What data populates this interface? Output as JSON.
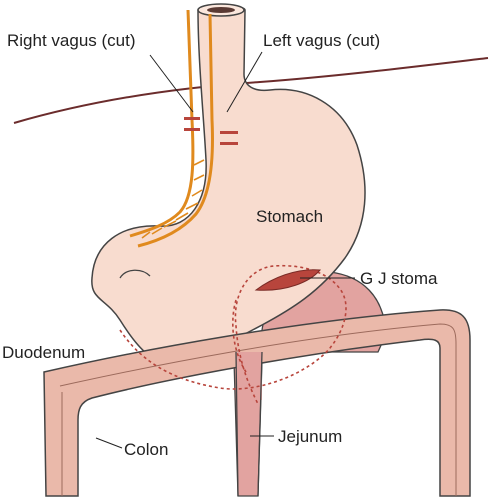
{
  "labels": {
    "right_vagus": "Right vagus (cut)",
    "left_vagus": "Left vagus (cut)",
    "stomach": "Stomach",
    "gj_stoma": "G J stoma",
    "duodenum": "Duodenum",
    "colon": "Colon",
    "jejunum": "Jejunum"
  },
  "colors": {
    "stomach_fill": "#f8dccf",
    "organ_outline": "#444444",
    "nerve": "#e08a1e",
    "colon_fill": "#eab9aa",
    "jejunum_fill": "#e2a3a0",
    "stoma": "#b8453c",
    "cut_mark": "#b8453c",
    "dotted_outline": "#b8453c"
  }
}
